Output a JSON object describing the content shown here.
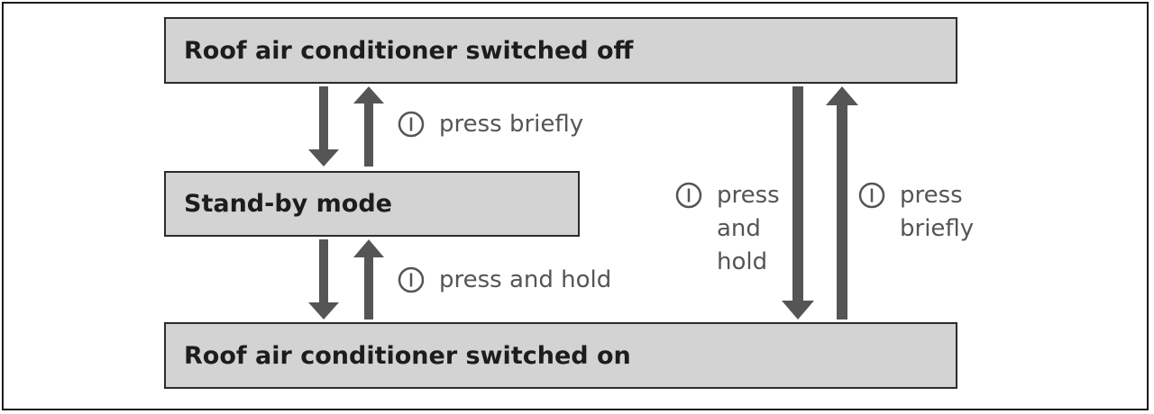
{
  "states": {
    "off": "Roof air conditioner switched off",
    "standby": "Stand-by mode",
    "on": "Roof air conditioner switched on"
  },
  "transitions": {
    "off_standby": {
      "icon": "power-button-icon",
      "label": "press briefly"
    },
    "standby_on": {
      "icon": "power-button-icon",
      "label": "press and hold"
    },
    "off_on": {
      "icon": "power-button-icon",
      "label": "press\nand\nhold"
    },
    "on_off": {
      "icon": "power-button-icon",
      "label": "press\nbriefly"
    }
  },
  "colors": {
    "box_fill": "#d3d3d4",
    "arrow": "#555555",
    "text": "#555555"
  }
}
